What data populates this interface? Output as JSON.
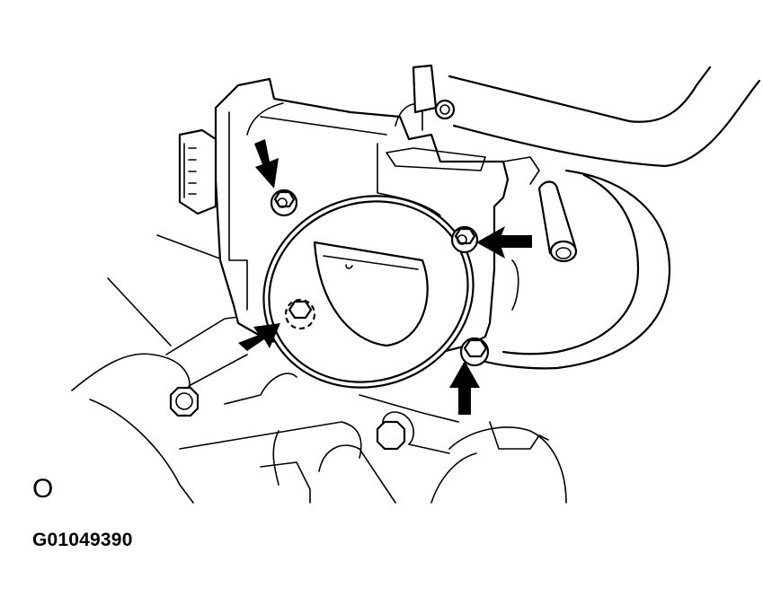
{
  "figure": {
    "subject": "Throttle body mounting bolts",
    "arrow_count": 4,
    "arrows": [
      {
        "id": "upper-left-bolt",
        "direction": "down-right"
      },
      {
        "id": "right-bolt",
        "direction": "left"
      },
      {
        "id": "lower-left-bolt",
        "direction": "up-right"
      },
      {
        "id": "lower-right-bolt",
        "direction": "up"
      }
    ],
    "line_color": "#000000",
    "background_color": "#ffffff"
  },
  "labels": {
    "marker": "O",
    "figure_code": "G01049390"
  }
}
